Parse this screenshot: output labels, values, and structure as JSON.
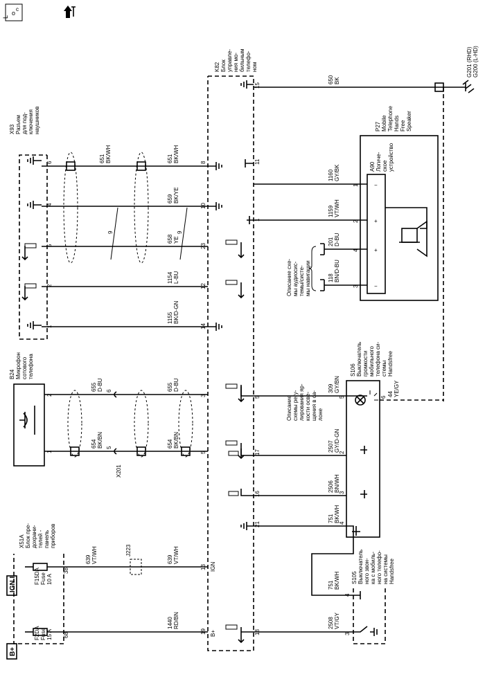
{
  "toolbar": {
    "loc_icon": "location-icon",
    "tool_icon": "arrow-wrench-icon"
  },
  "ground_label": [
    "G201 (RHD)",
    "G200 (L-HD)"
  ],
  "labels": {
    "ign": "IGN I",
    "bplus": "B+",
    "x51a": [
      "X51A",
      "Блок пре-",
      "дохрани-",
      "телей -",
      "панель",
      "приборов"
    ],
    "fuse1": [
      "F15DA",
      "Fuse",
      "10 A"
    ],
    "fuse2": [
      "F2DA",
      "Fuse",
      "15 A"
    ],
    "b24": [
      "B24",
      "Микрофон",
      "сотового",
      "телефона"
    ],
    "x93": [
      "X93",
      "Разъем",
      "для под-",
      "ключения",
      "наушников"
    ],
    "k82": [
      "K82",
      "Блок",
      "управле-",
      "ния мо-",
      "бильным",
      "телефо-",
      "ном"
    ],
    "p27": [
      "P27",
      "Mobile",
      "Telephone",
      "Hands",
      "Free",
      "Speaker"
    ],
    "a90": [
      "A90",
      "Логиче-",
      "ское",
      "устройство"
    ],
    "audio_note": [
      "Описание схе-",
      "мы аудиосис-",
      "темы/систе-",
      "мы навигации"
    ],
    "illum_note": [
      "Описание",
      "схемы регу-",
      "лирования яр-",
      "кости осве-",
      "щения в са-",
      "лоне"
    ],
    "s106": [
      "S106",
      "Выключатель",
      "громкости",
      "мобильного",
      "телефона си-",
      "стемы",
      "Handsfree"
    ],
    "s105": [
      "S105",
      "Выключатель",
      "ного звон-",
      "ка с мобиль-",
      "ного телефо-",
      "на системы",
      "Handsfree"
    ],
    "x201": "X201",
    "j223": "J223",
    "ign_pin": "IGN",
    "bplus_pin": "B+",
    "twist": "9"
  },
  "wires": {
    "w650": [
      "650",
      "BK"
    ],
    "w651": [
      "651",
      "BK/WH"
    ],
    "w659": [
      "659",
      "BK/YE"
    ],
    "w658": [
      "658",
      "YE"
    ],
    "w1154": [
      "1154",
      "L-BU"
    ],
    "w1155": [
      "1155",
      "BK/D-GN"
    ],
    "w655": [
      "655",
      "D-BU"
    ],
    "w654": [
      "654",
      "BK/BN"
    ],
    "w639": [
      "639",
      "VT/WH"
    ],
    "w1440": [
      "1440",
      "RD/BN"
    ],
    "w1160": [
      "1160",
      "GY/BK"
    ],
    "w1159": [
      "1159",
      "VT/WH"
    ],
    "w201": [
      "201",
      "D-BU"
    ],
    "w118": [
      "118",
      "BN/D-BU"
    ],
    "w309": [
      "309",
      "GY/BN"
    ],
    "w44": [
      "44",
      "YE/GY"
    ],
    "w2507": [
      "2507",
      "GY/D-GN"
    ],
    "w2506": [
      "2506",
      "BN/WH"
    ],
    "w751a": [
      "751",
      "BK/WH"
    ],
    "w751b": [
      "751",
      "BK/WH"
    ],
    "w2508": [
      "2508",
      "VT/GY"
    ]
  },
  "pins": {
    "k82": [
      "15",
      "8",
      "10",
      "23",
      "12",
      "14",
      "3",
      "5",
      "13",
      "19",
      "11",
      "1",
      "5",
      "17",
      "16",
      "21",
      "18"
    ],
    "x93": [
      "6",
      "4",
      "5",
      "2",
      "1"
    ],
    "b24": [
      "2",
      "1"
    ],
    "x201": [
      "6",
      "5"
    ],
    "x51a": [
      "38",
      "68"
    ],
    "p27": [
      "1",
      "2",
      "4",
      "3"
    ],
    "s106": [
      "5",
      "6",
      "2",
      "3",
      "4"
    ],
    "s105": [
      "4",
      "3"
    ],
    "k82_right": [
      "1",
      "11",
      "1"
    ]
  }
}
